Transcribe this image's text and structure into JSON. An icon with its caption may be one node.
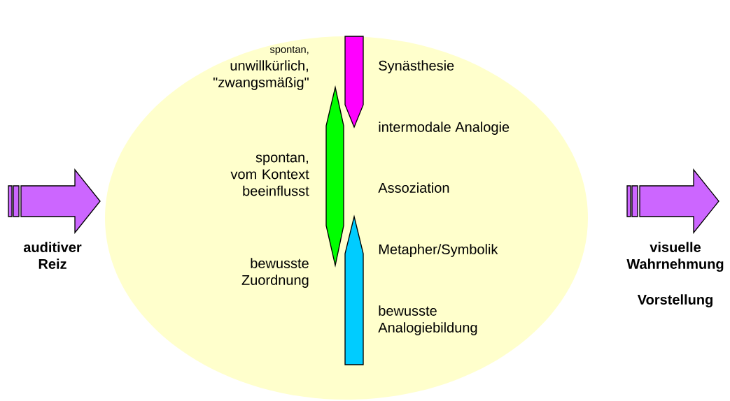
{
  "diagram": {
    "nodes": [
      {
        "text": [],
        "shape": "ellipse"
      }
    ],
    "labels": [
      "spontan,",
      "unwillkürlich, \"zwangsmäßig\"",
      "Synästhesie",
      "intermodale Analogie",
      "spontan, vom Kontext beeinflusst",
      "Assoziation",
      "auditiver Reiz",
      "Metapher/Symbolik",
      "visuelle Wahrnehmung",
      "bewusste Zuordnung",
      "Vorstellung",
      "bewusste Analogiebildung"
    ]
  }
}
